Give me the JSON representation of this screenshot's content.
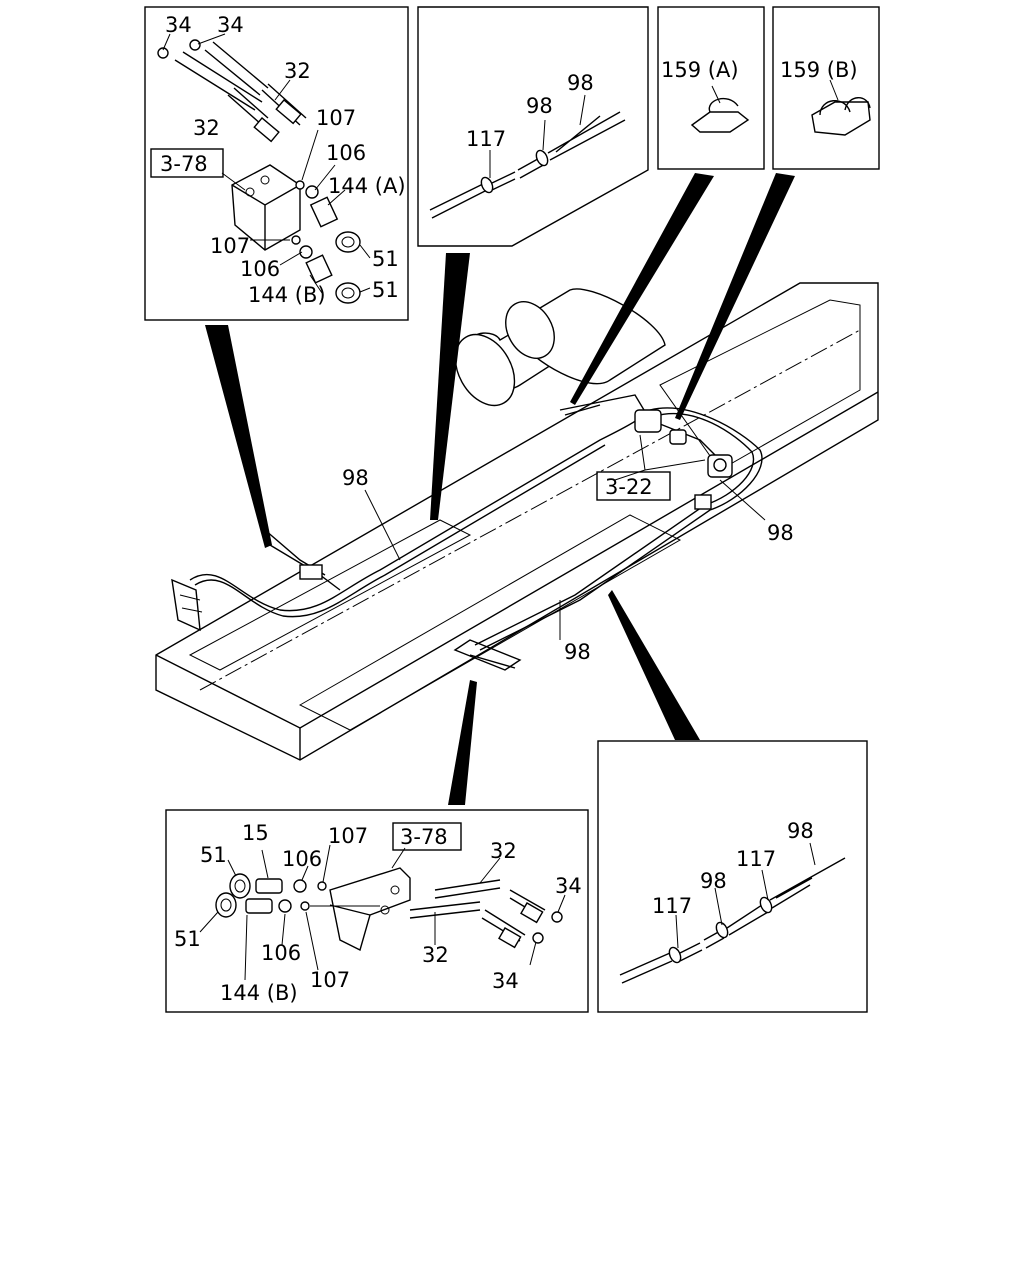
{
  "callouts": {
    "tl_34a": "34",
    "tl_34b": "34",
    "tl_32a": "32",
    "tl_32b": "32",
    "tl_107a": "107",
    "tl_106a": "106",
    "tl_144a": "144 (A)",
    "tl_378": "3-78",
    "tl_107b": "107",
    "tl_106b": "106",
    "tl_144b": "144 (B)",
    "tl_51a": "51",
    "tl_51b": "51",
    "tm_98a": "98",
    "tm_98b": "98",
    "tm_117": "117",
    "clip_a": "159 (A)",
    "clip_b": "159 (B)",
    "main_98a": "98",
    "main_322": "3-22",
    "main_98b": "98",
    "main_98c": "98",
    "bl_51a": "51",
    "bl_15": "15",
    "bl_106a": "106",
    "bl_107a": "107",
    "bl_378": "3-78",
    "bl_32a": "32",
    "bl_34a": "34",
    "bl_51b": "51",
    "bl_106b": "106",
    "bl_107b": "107",
    "bl_144b": "144 (B)",
    "bl_32b": "32",
    "bl_34b": "34",
    "br_98a": "98",
    "br_117a": "117",
    "br_98b": "98",
    "br_117b": "117"
  }
}
